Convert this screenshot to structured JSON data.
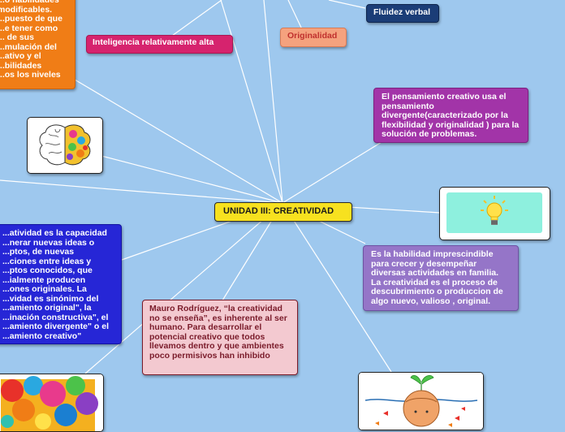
{
  "central": {
    "title": "UNIDAD III: CREATIVIDAD"
  },
  "topics": {
    "orange_top": "...o habilidades\nmodificables.\n...puesto de que\n...e tener como\n... de sus\n...mulación del\n...ativo y el\n...bilidades\n...os los niveles",
    "inteligencia": "Inteligencia relativamente alta",
    "originalidad": "Originalidad",
    "fluidez": "Fluidez verbal",
    "pensamiento": "El pensamiento creativo usa el pensamiento divergente(caracterizado por la flexibilidad y originalidad ) para la solución de problemas.",
    "habilidad": "Es la habilidad imprescindible para crecer y desempeñar diversas actividades en familia. La creatividad es el proceso de descubrimiento o produccion de algo nuevo, valioso , original.",
    "definicion": "...atividad es la capacidad\n...nerar nuevas ideas o\n...ptos, de nuevas\n...ciones entre ideas y\n...ptos conocidos, que\n...ialmente producen\n...ones originales. La\n...vidad es sinónimo del\n...amiento original\", la\n...inación constructiva\", el\n...amiento divergente\" o el\n...amiento creativo\"",
    "mauro": "Mauro Rodríguez, “la creatividad no se enseña”, es inherente al ser humano. Para desarrollar el potencial creativo que todos llevamos dentro y que ambientes poco permisivos han inhibido"
  },
  "images": {
    "brain": "brain-illustration",
    "bulb": "lightbulb-illustration",
    "paint": "paint-splash-illustration",
    "head": "head-plant-illustration"
  }
}
